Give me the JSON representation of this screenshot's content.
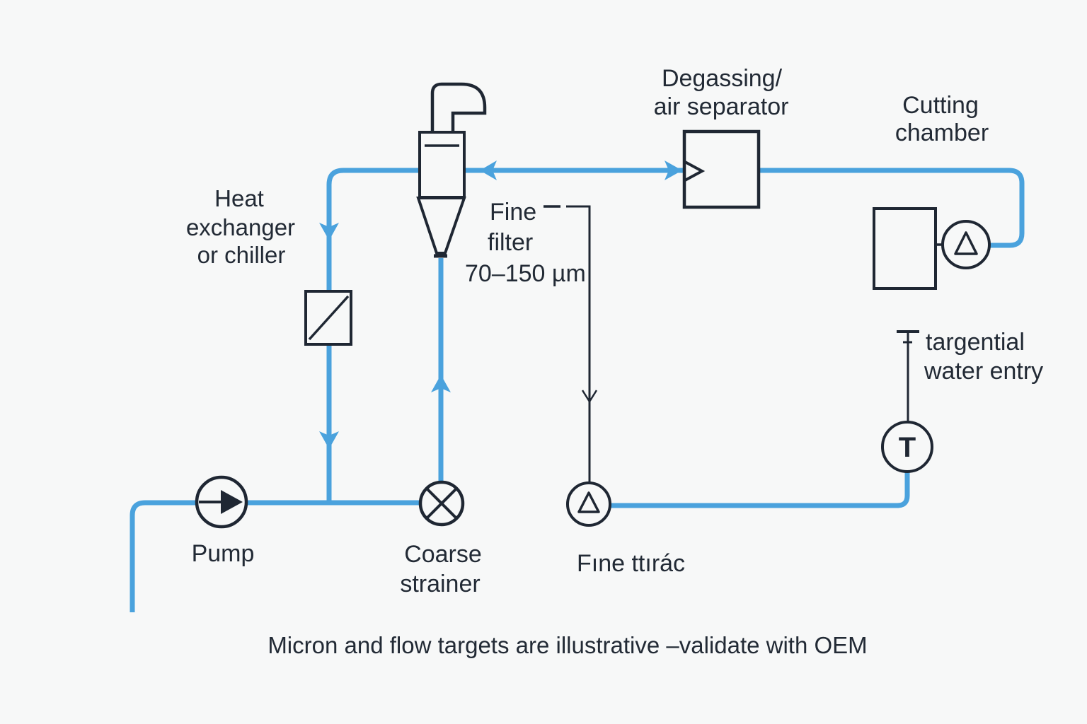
{
  "colors": {
    "pipe_blue": "#4AA2DD",
    "ink": "#1F2733",
    "text": "#222A35",
    "background": "#F7F8F8"
  },
  "labels": {
    "heat_exchanger": {
      "line1": "Heat",
      "line2": "exchanger",
      "line3": "or chiller"
    },
    "pump": "Pump",
    "coarse_strainer": {
      "line1": "Coarse",
      "line2": "strainer"
    },
    "fine_filter": {
      "line1": "Fine",
      "line2": "filter",
      "line3": "70–150 µm"
    },
    "fine_trac": "Fıne ttırác",
    "degassing": {
      "line1": "Degassing/",
      "line2": "air separator"
    },
    "cutting_chamber": {
      "line1": "Cutting",
      "line2": "chamber"
    },
    "water_entry": {
      "line1": "targential",
      "line2": "water entry"
    },
    "temperature_tag": "T",
    "footnote": "Micron and flow targets are illustrative –validate with OEM"
  }
}
